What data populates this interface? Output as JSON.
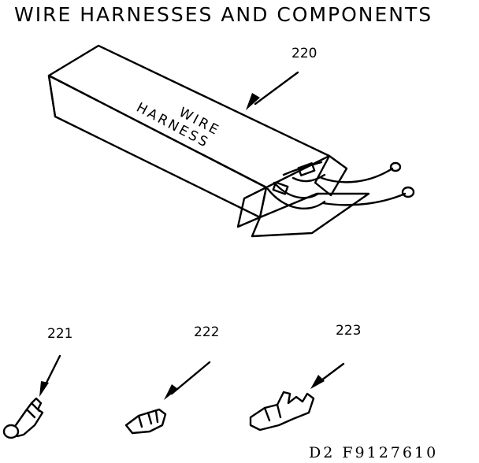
{
  "title": "WIRE HARNESSES AND COMPONENTS",
  "box_label": {
    "line1": "WIRE",
    "line2": "HARNESS"
  },
  "parts": [
    {
      "number": "220"
    },
    {
      "number": "221"
    },
    {
      "number": "222"
    },
    {
      "number": "223"
    }
  ],
  "footer_code": "D2  F9127610"
}
